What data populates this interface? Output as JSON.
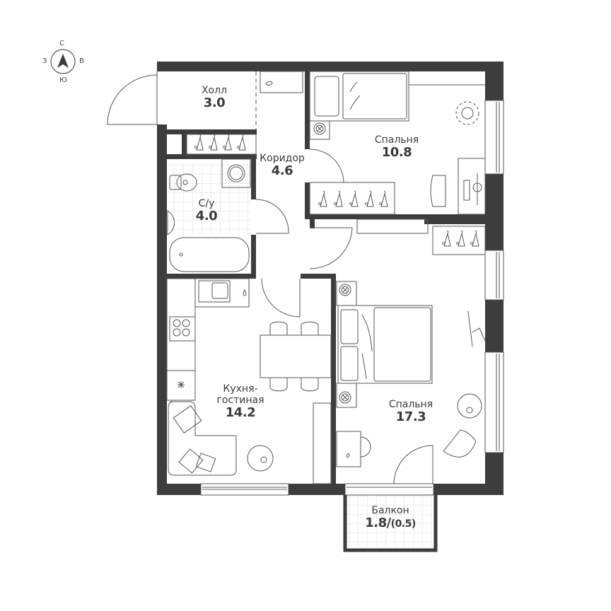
{
  "compass": {
    "north": "С",
    "south": "Ю",
    "west": "З",
    "east": "В"
  },
  "colors": {
    "wall": "#3d3d3d",
    "line": "#555555",
    "text": "#3a3a3a",
    "background": "#ffffff"
  },
  "rooms": [
    {
      "id": "hall",
      "name": "Холл",
      "area": "3.0"
    },
    {
      "id": "corridor",
      "name": "Коридор",
      "area": "4.6"
    },
    {
      "id": "bathroom",
      "name": "С/у",
      "area": "4.0"
    },
    {
      "id": "bedroom-small",
      "name": "Спальня",
      "area": "10.8"
    },
    {
      "id": "kitchen-living",
      "name": "Кухня-",
      "name2": "гостиная",
      "area": "14.2"
    },
    {
      "id": "bedroom-large",
      "name": "Спальня",
      "area": "17.3"
    },
    {
      "id": "balcony",
      "name": "Балкон",
      "area": "1.8/",
      "area_reduced": "(0.5)"
    }
  ]
}
